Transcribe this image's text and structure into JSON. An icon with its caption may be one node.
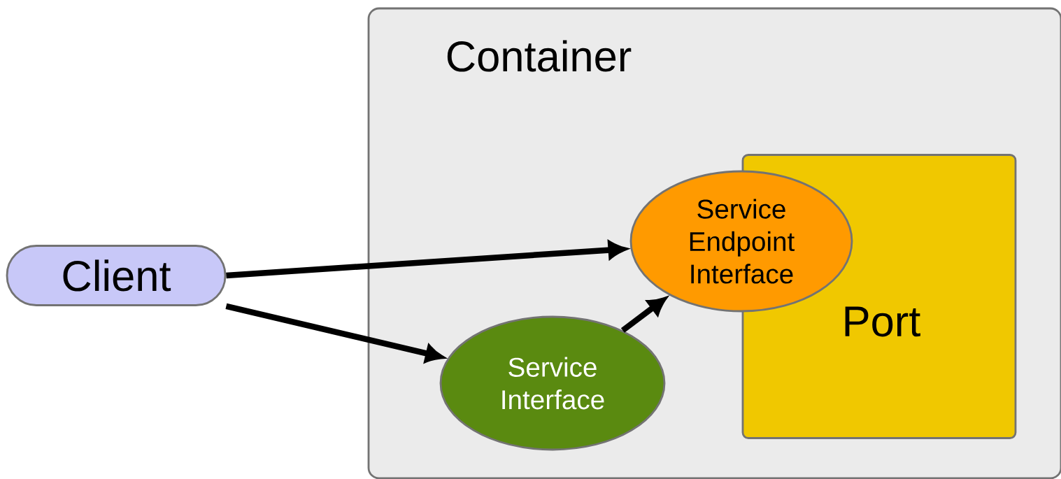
{
  "diagram": {
    "nodes": [
      {
        "text": [
          "Client"
        ]
      },
      {
        "text": [
          "Container"
        ]
      },
      {
        "text": [
          "Port"
        ],
        "in": 1
      },
      {
        "text": [
          "Service Endpoint Interface"
        ],
        "in": 1
      },
      {
        "text": [
          "Service Interface"
        ],
        "in": 1
      }
    ],
    "edges": [
      {
        "from": 0,
        "to": 3,
        "arrow": "to"
      },
      {
        "from": 0,
        "to": 4,
        "arrow": "to"
      },
      {
        "from": 4,
        "to": 3,
        "arrow": "to"
      }
    ]
  }
}
